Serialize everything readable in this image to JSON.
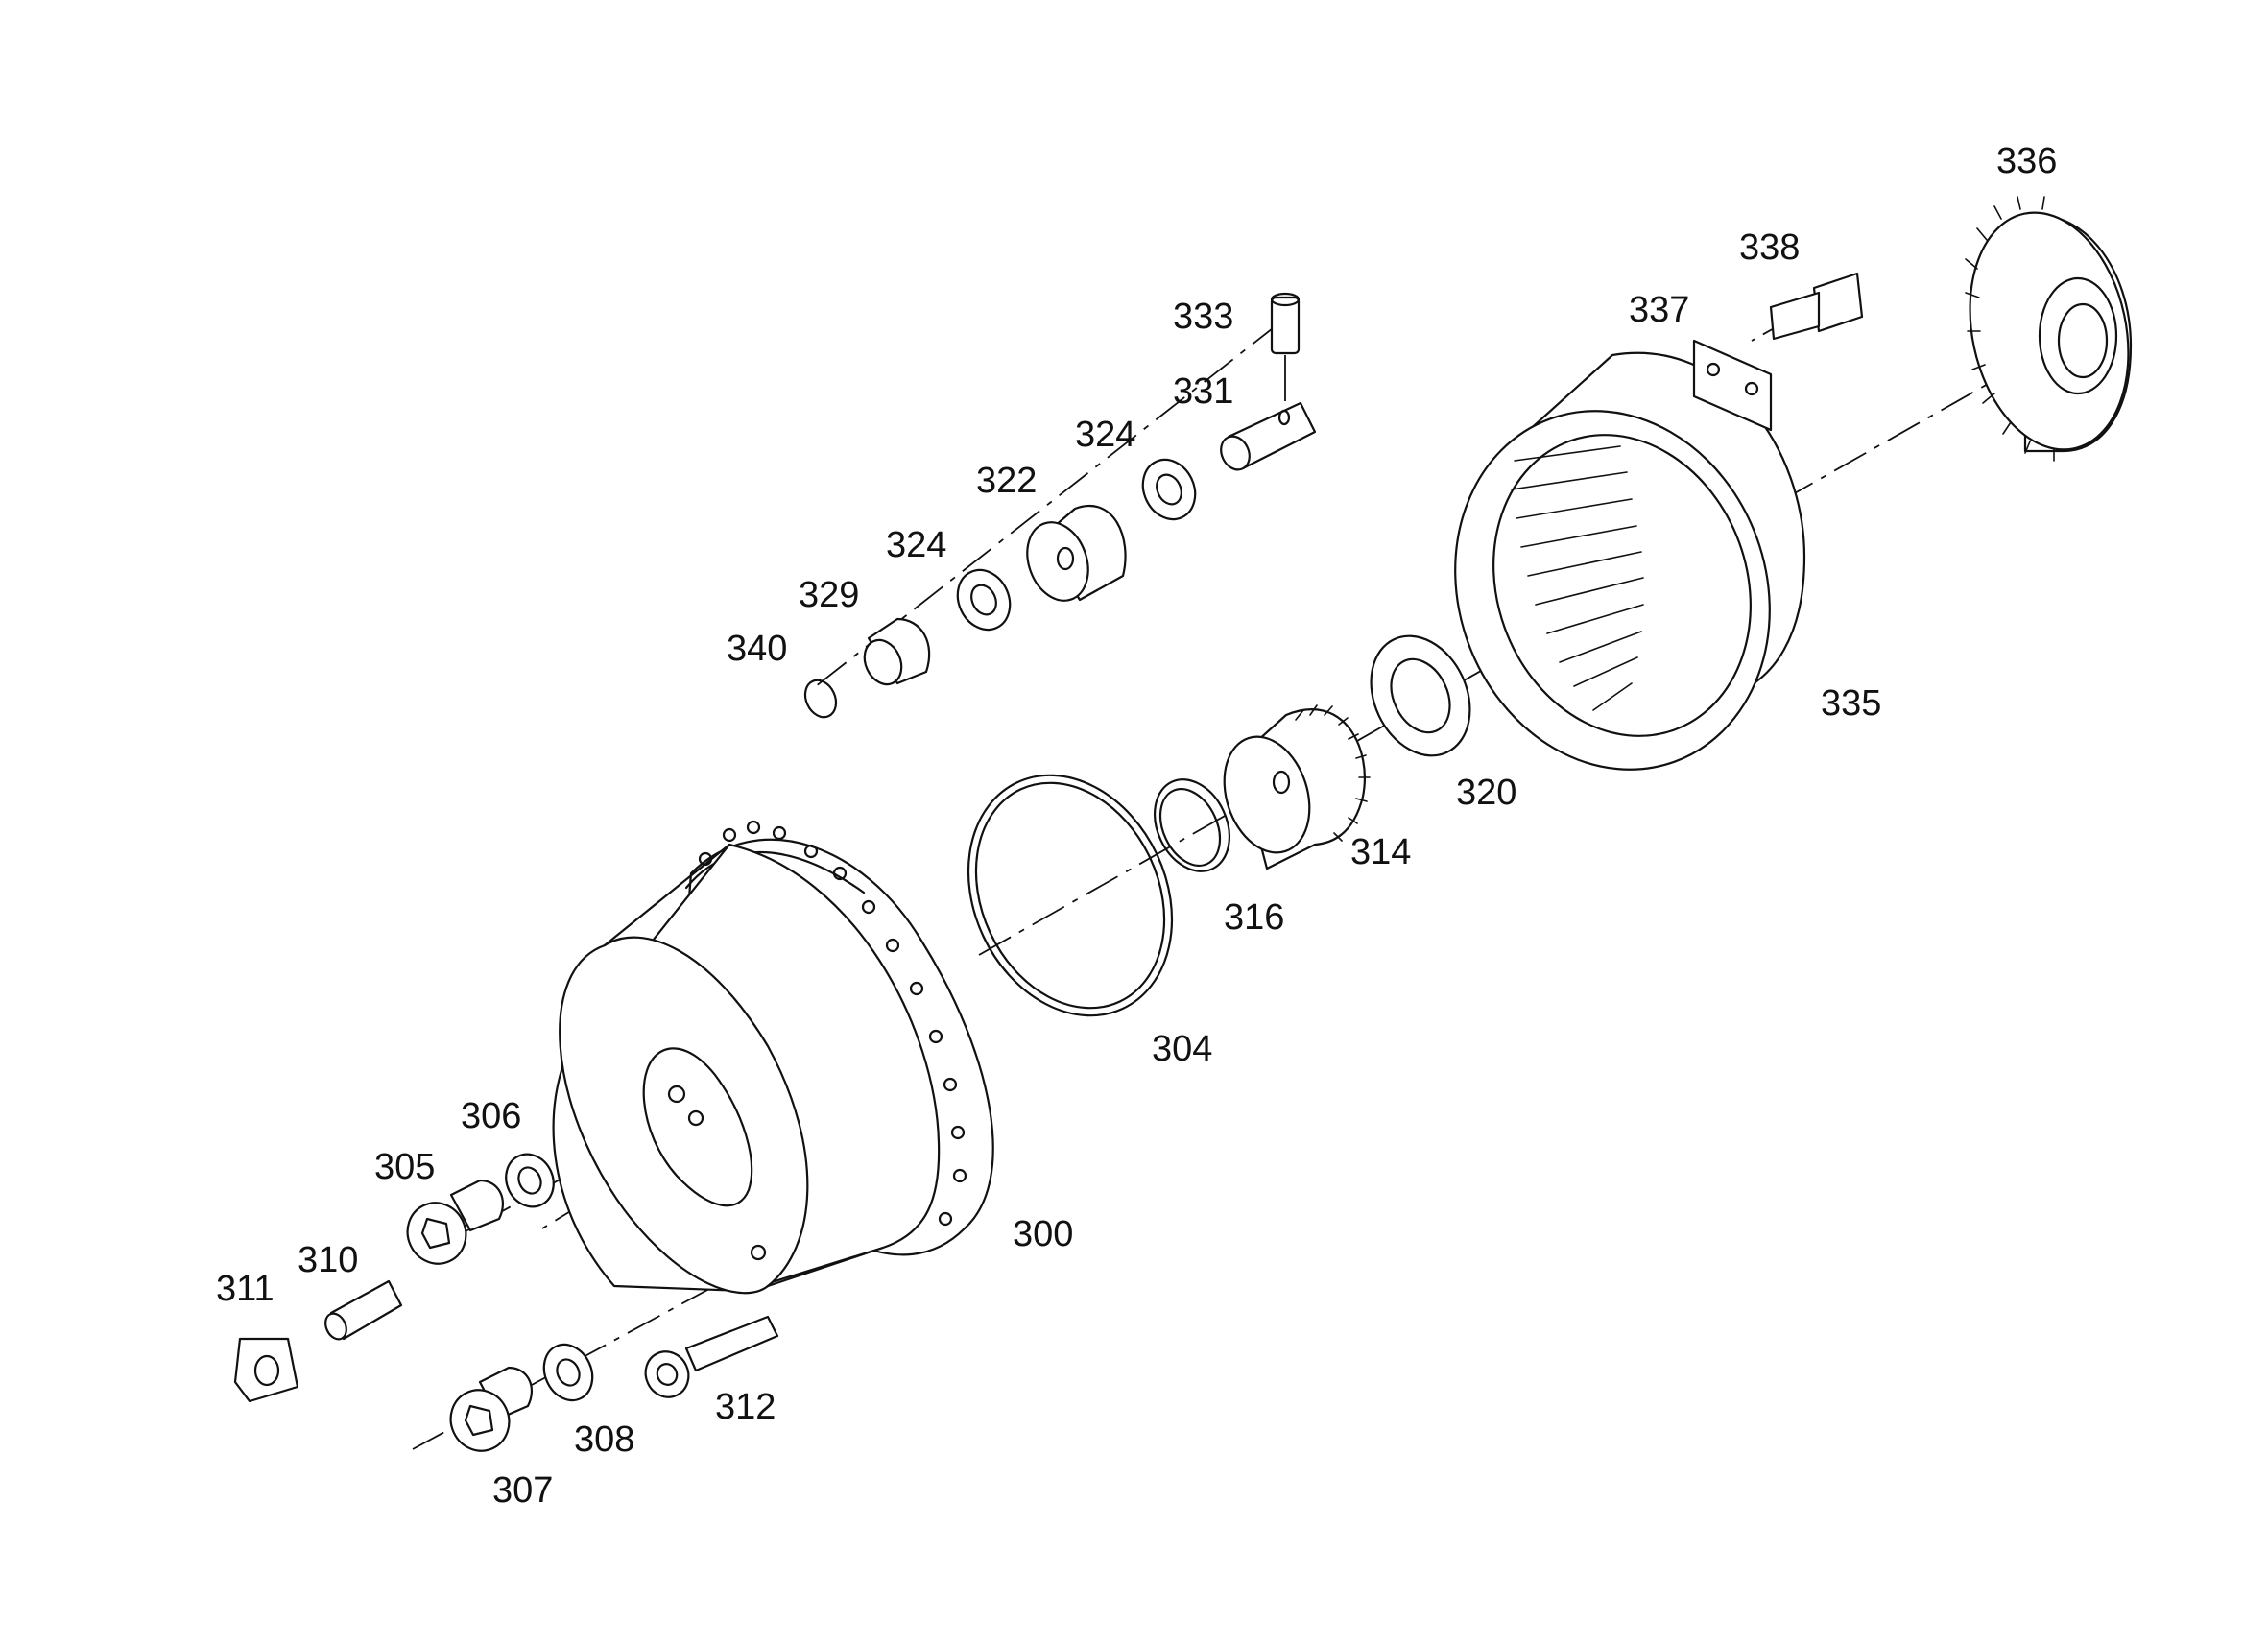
{
  "callouts": {
    "p300": "300",
    "p304": "304",
    "p305": "305",
    "p306": "306",
    "p307": "307",
    "p308": "308",
    "p310": "310",
    "p311": "311",
    "p312": "312",
    "p314": "314",
    "p316": "316",
    "p320": "320",
    "p322": "322",
    "p324a": "324",
    "p324b": "324",
    "p329": "329",
    "p331": "331",
    "p333": "333",
    "p335": "335",
    "p336": "336",
    "p337": "337",
    "p338": "338",
    "p340": "340"
  }
}
